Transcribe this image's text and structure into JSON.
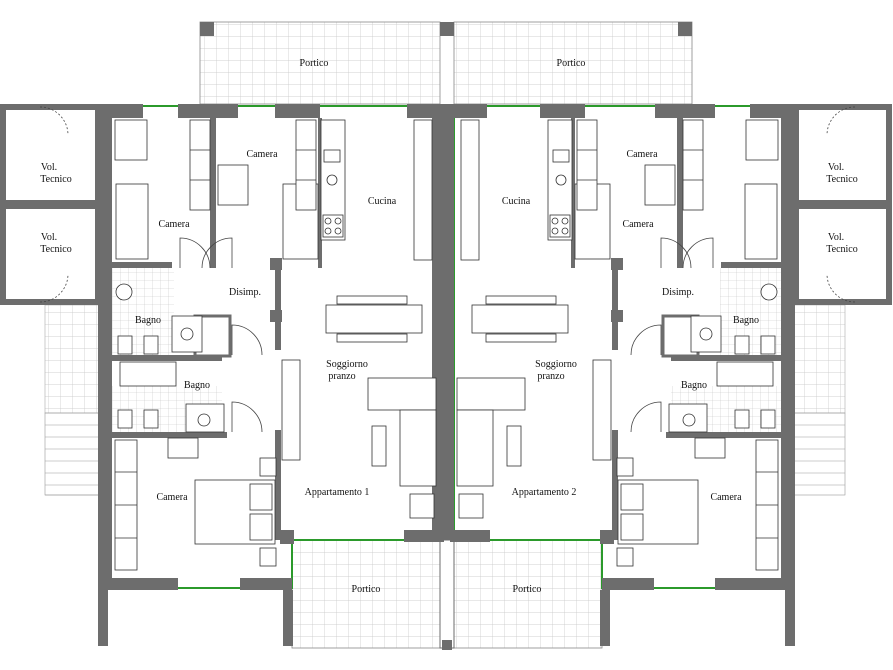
{
  "colors": {
    "wall": "#6d6d6d",
    "outline": "#2b9a2b",
    "line": "#333333",
    "tile": "#bdbdbd",
    "background": "#ffffff"
  },
  "labels": {
    "portico": "Portico",
    "vol": "Vol.",
    "tecnico": "Tecnico",
    "camera": "Camera",
    "cucina": "Cucina",
    "disimp": "Disimp.",
    "bagno": "Bagno",
    "soggiorno": "Soggiorno",
    "pranzo": "pranzo",
    "appartamento_1": "Appartamento 1",
    "appartamento_2": "Appartamento 2"
  }
}
